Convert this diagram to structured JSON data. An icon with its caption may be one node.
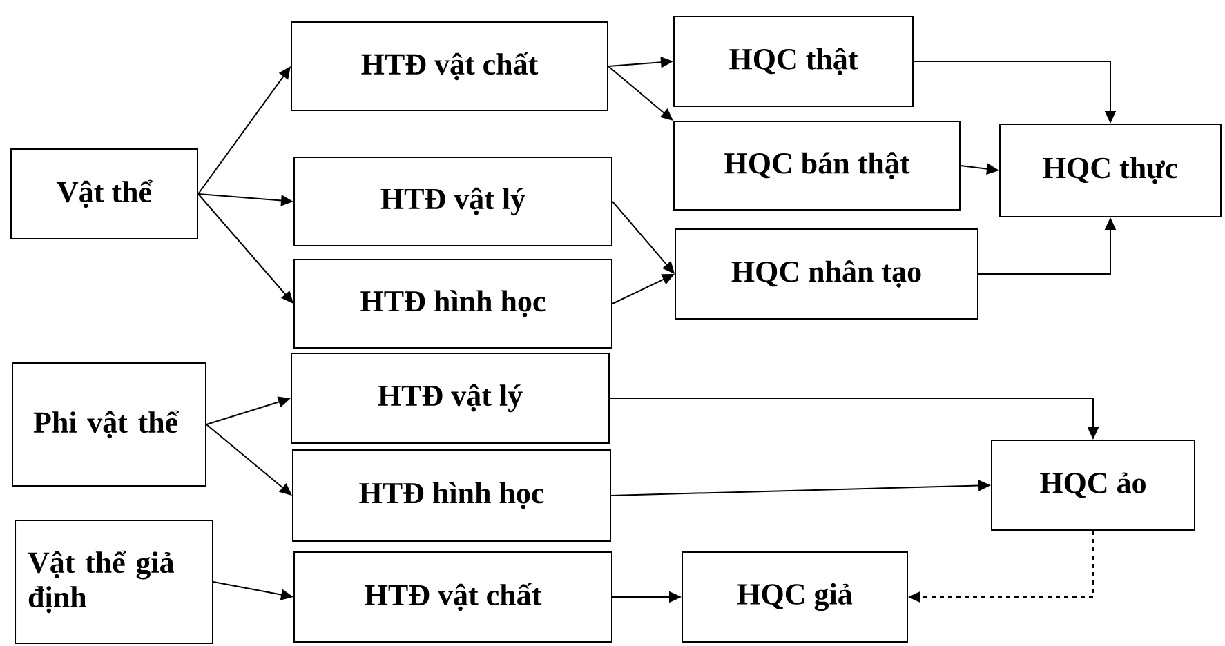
{
  "diagram": {
    "nodes": [
      {
        "text": [
          "Vật thể"
        ]
      },
      {
        "text": [
          "HTĐ vật chất"
        ]
      },
      {
        "text": [
          "HQC thật"
        ]
      },
      {
        "text": [
          "HQC bán thật"
        ]
      },
      {
        "text": [
          "HQC thực"
        ]
      },
      {
        "text": [
          "HTĐ vật lý"
        ]
      },
      {
        "text": [
          "HTĐ hình học"
        ]
      },
      {
        "text": [
          "HQC nhân tạo"
        ]
      },
      {
        "text": [
          "Phi vật thể"
        ]
      },
      {
        "text": [
          "HTĐ vật lý"
        ]
      },
      {
        "text": [
          "HTĐ hình học"
        ]
      },
      {
        "text": [
          "HQC ảo"
        ]
      },
      {
        "text": [
          "Vật thể giả định"
        ]
      },
      {
        "text": [
          "HTĐ vật chất"
        ]
      },
      {
        "text": [
          "HQC giả"
        ]
      }
    ],
    "edges": [
      {
        "from": 0,
        "to": 1,
        "arrow": "to"
      },
      {
        "from": 0,
        "to": 5,
        "arrow": "to"
      },
      {
        "from": 0,
        "to": 6,
        "arrow": "to"
      },
      {
        "from": 1,
        "to": 2,
        "arrow": "to"
      },
      {
        "from": 1,
        "to": 3,
        "arrow": "to"
      },
      {
        "from": 2,
        "to": 4,
        "arrow": "to"
      },
      {
        "from": 3,
        "to": 4,
        "arrow": "to"
      },
      {
        "from": 5,
        "to": 7,
        "arrow": "to"
      },
      {
        "from": 6,
        "to": 7,
        "arrow": "to"
      },
      {
        "from": 7,
        "to": 4,
        "arrow": "to"
      },
      {
        "from": 8,
        "to": 9,
        "arrow": "to"
      },
      {
        "from": 8,
        "to": 10,
        "arrow": "to"
      },
      {
        "from": 9,
        "to": 11,
        "arrow": "to"
      },
      {
        "from": 10,
        "to": 11,
        "arrow": "to"
      },
      {
        "from": 11,
        "to": 14,
        "arrow": "to",
        "style": "dashed"
      },
      {
        "from": 12,
        "to": 13,
        "arrow": "to"
      },
      {
        "from": 13,
        "to": 14,
        "arrow": "to"
      }
    ]
  }
}
